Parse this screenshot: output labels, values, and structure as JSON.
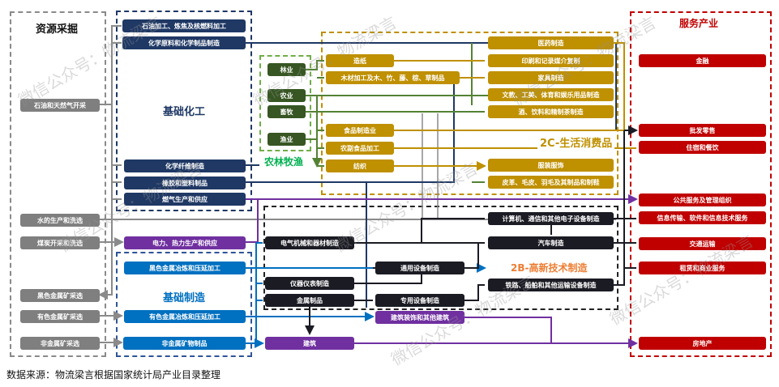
{
  "groups": {
    "resource": "资源采掘",
    "chem": "基础化工",
    "agri": "农林牧渔",
    "consumer": "2C-生活消费品",
    "hightech": "2B-高新技术制造",
    "basic_mfg": "基础制造",
    "service": "服务产业"
  },
  "resource": [
    "石油和天然气开采",
    "水的生产和洗选",
    "煤炭开采和洗选",
    "黑色金属矿采选",
    "有色金属矿采选",
    "非金属矿采选"
  ],
  "chem": [
    "石油加工、炼焦及核燃料加工",
    "化学原料和化学制品制造",
    "化学纤维制造",
    "橡胶和塑料制品",
    "燃气生产和供应"
  ],
  "power": "电力、热力生产和供应",
  "basic_mfg": [
    "黑色金属冶炼和压延加工",
    "有色金属冶炼和压延加工",
    "非金属矿物制品"
  ],
  "agri": [
    "林业",
    "农业",
    "畜牧",
    "渔业"
  ],
  "consumer_left": [
    "造纸",
    "木材加工及木、竹、藤、棕、草制品",
    "食品制造业",
    "农副食品加工",
    "纺织"
  ],
  "consumer_right": [
    "医药制造",
    "印刷和记录媒介复制",
    "家具制造",
    "文教、工美、体育和娱乐用品制造",
    "酒、饮料和精制茶制造",
    "服装服饰",
    "皮革、毛皮、羽毛及其制品和制鞋"
  ],
  "hightech": [
    "电气机械和器材制造",
    "计算机、通信和其他电子设备制造",
    "汽车制造",
    "通用设备制造",
    "仪器仪表制造",
    "金属制品",
    "专用设备制造",
    "铁路、船舶和其他运输设备制造"
  ],
  "construction": [
    "建筑装饰和其他建筑",
    "建筑"
  ],
  "service": [
    "金融",
    "批发零售",
    "住宿和餐饮",
    "公共服务及管理组织",
    "信息传输、软件和信息技术服务",
    "交通运输",
    "租赁和商业服务",
    "房地产"
  ],
  "watermark": "微信公众号：物流梁言",
  "footer": "数据来源：物流梁言根据国家统计局产业目录整理",
  "colors": {
    "navy": "#1f3864",
    "blue": "#0070c0",
    "purple": "#7030a0",
    "green": "#375623",
    "gold": "#bf9000",
    "black": "#1b1b24",
    "red": "#c00000",
    "gray": "#7f7f7f"
  }
}
